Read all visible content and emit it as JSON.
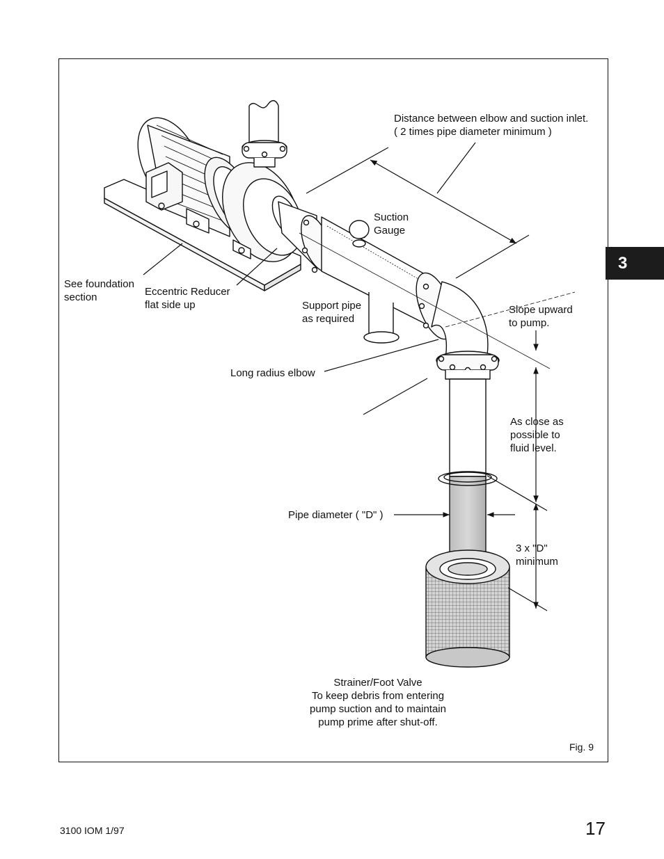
{
  "chapter_tab": "3",
  "page_number": "17",
  "doc_id": "3100 IOM 1/97",
  "figure_label": "Fig. 9",
  "labels": {
    "distance_line1": "Distance between elbow and suction inlet.",
    "distance_line2": "( 2 times pipe diameter minimum )",
    "suction_gauge_line1": "Suction",
    "suction_gauge_line2": "Gauge",
    "foundation_line1": "See foundation",
    "foundation_line2": "section",
    "reducer_line1": "Eccentric Reducer",
    "reducer_line2": "flat side up",
    "support_line1": "Support pipe",
    "support_line2": "as required",
    "slope_line1": "Slope upward",
    "slope_line2": "to pump.",
    "elbow": "Long radius elbow",
    "close_line1": "As close as",
    "close_line2": "possible to",
    "close_line3": "fluid level.",
    "pipe_diameter": "Pipe diameter ( \"D\" )",
    "three_d_line1": "3 x \"D\"",
    "three_d_line2": "minimum",
    "strainer_line1": "Strainer/Foot Valve",
    "strainer_line2": "To keep debris from entering",
    "strainer_line3": "pump suction and to maintain",
    "strainer_line4": "pump prime after shut-off."
  }
}
